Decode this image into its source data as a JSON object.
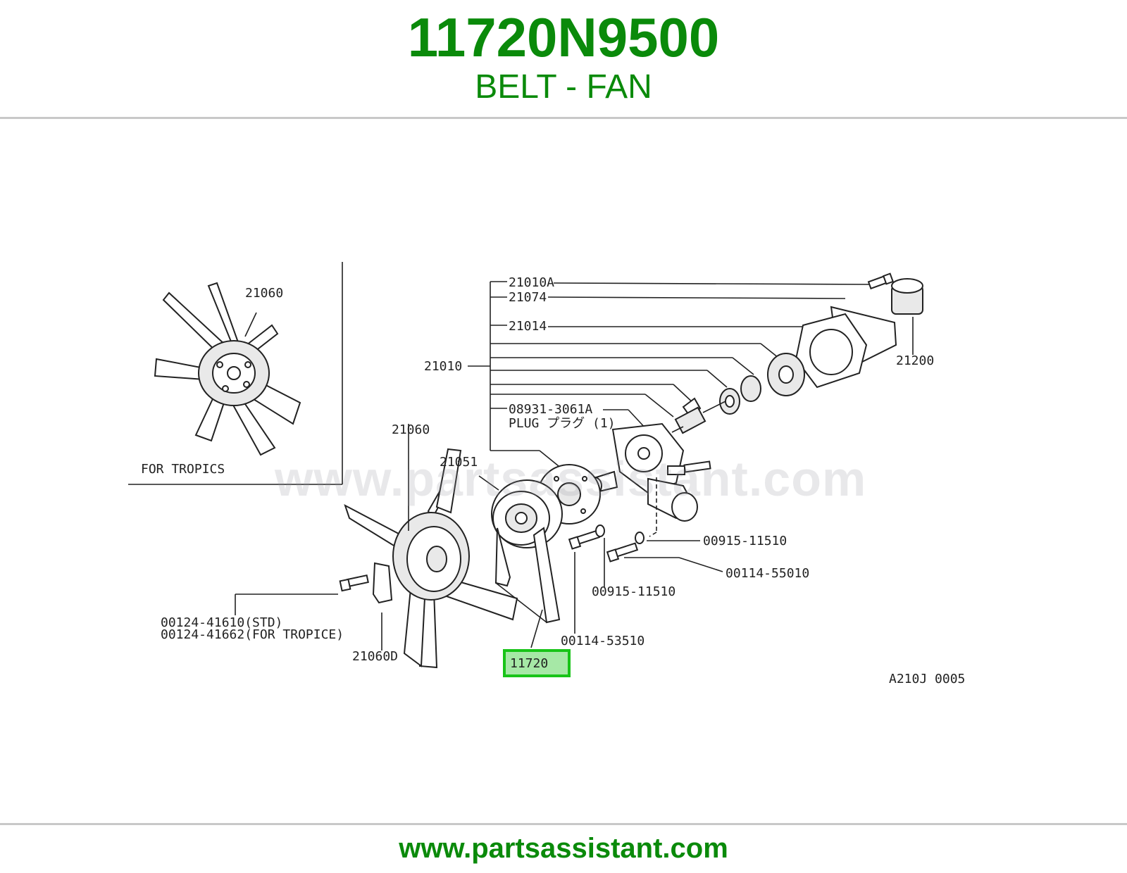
{
  "header": {
    "part_number": "11720N9500",
    "part_name": "BELT - FAN"
  },
  "colors": {
    "brand_green": "#0a8a0a",
    "highlight_border": "#18c418",
    "highlight_fill": "#a6e8a6",
    "rule_gray": "#c8c8c8"
  },
  "diagram": {
    "labels": {
      "l_21010A": "21010A",
      "l_21074": "21074",
      "l_21014": "21014",
      "l_21010": "21010",
      "l_21200": "21200",
      "l_08931": "08931-3061A",
      "l_plug": "PLUG プラグ (1)",
      "l_21060_top": "21060",
      "l_21060_main": "21060",
      "l_21051": "21051",
      "l_for_tropics": "FOR TROPICS",
      "l_00915_right": "00915-11510",
      "l_00114_55010": "00114-55010",
      "l_00915_bottom": "00915-11510",
      "l_00124_std": "00124-41610(STD)",
      "l_00124_tropice": "00124-41662(FOR TROPICE)",
      "l_00114_53510": "00114-53510",
      "l_21060D": "21060D",
      "l_11720": "11720",
      "l_code": "A210J 0005"
    },
    "watermark": "www.partsassistant.com"
  },
  "footer": {
    "url": "www.partsassistant.com"
  }
}
